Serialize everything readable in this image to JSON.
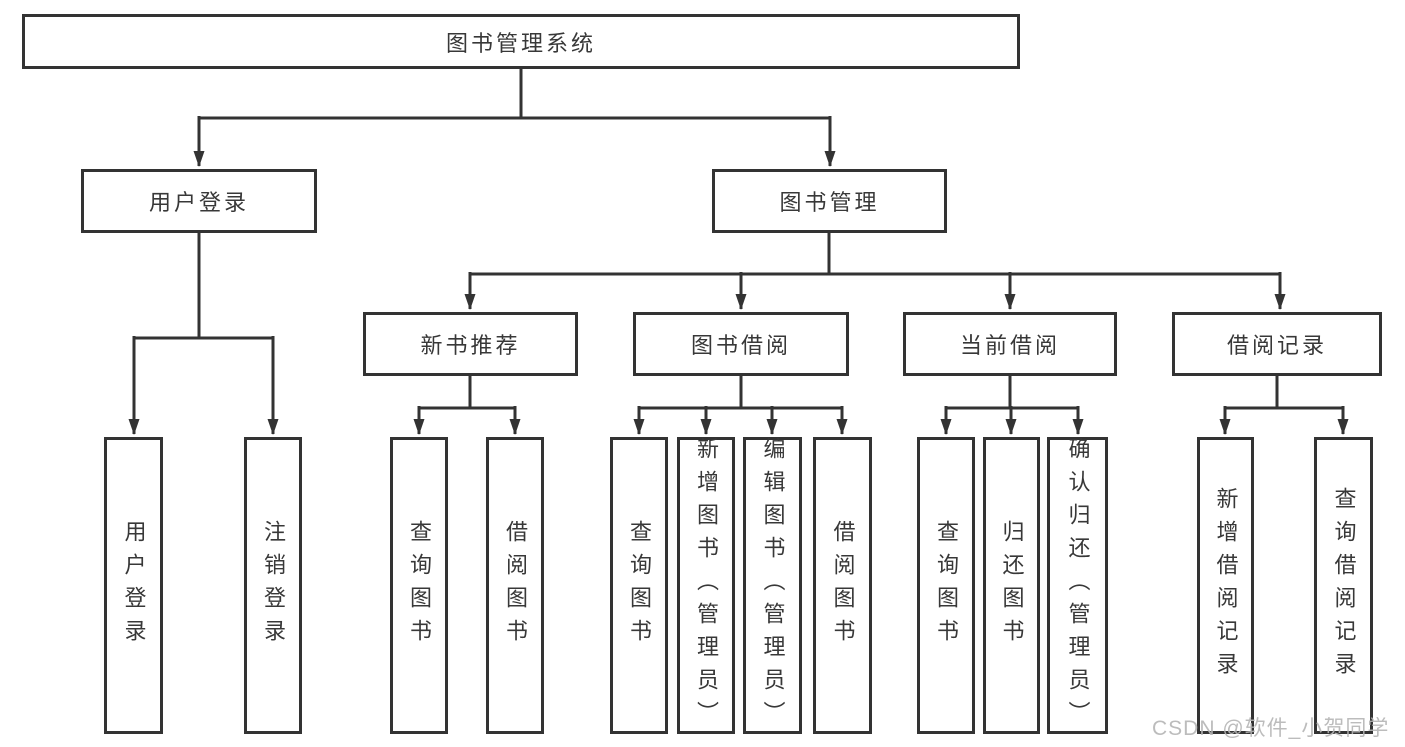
{
  "diagram": {
    "type": "tree",
    "tree": {
      "label": "图书管理系统",
      "children": [
        {
          "label": "用户登录",
          "children": [
            {
              "label": "用户登录"
            },
            {
              "label": "注销登录"
            }
          ]
        },
        {
          "label": "图书管理",
          "children": [
            {
              "label": "新书推荐",
              "children": [
                {
                  "label": "查询图书"
                },
                {
                  "label": "借阅图书"
                }
              ]
            },
            {
              "label": "图书借阅",
              "children": [
                {
                  "label": "查询图书"
                },
                {
                  "label": "新增图书（管理员）"
                },
                {
                  "label": "编辑图书（管理员）"
                },
                {
                  "label": "借阅图书"
                }
              ]
            },
            {
              "label": "当前借阅",
              "children": [
                {
                  "label": "查询图书"
                },
                {
                  "label": "归还图书"
                },
                {
                  "label": "确认归还（管理员）"
                }
              ]
            },
            {
              "label": "借阅记录",
              "children": [
                {
                  "label": "新增借阅记录"
                },
                {
                  "label": "查询借阅记录"
                }
              ]
            }
          ]
        }
      ]
    }
  },
  "watermark": {
    "text": "CSDN @软件_小贺同学"
  },
  "colors": {
    "line": "#333333",
    "box_border": "#333333",
    "text": "#383838",
    "watermark": "#b5b5b5",
    "background": "#ffffff"
  }
}
